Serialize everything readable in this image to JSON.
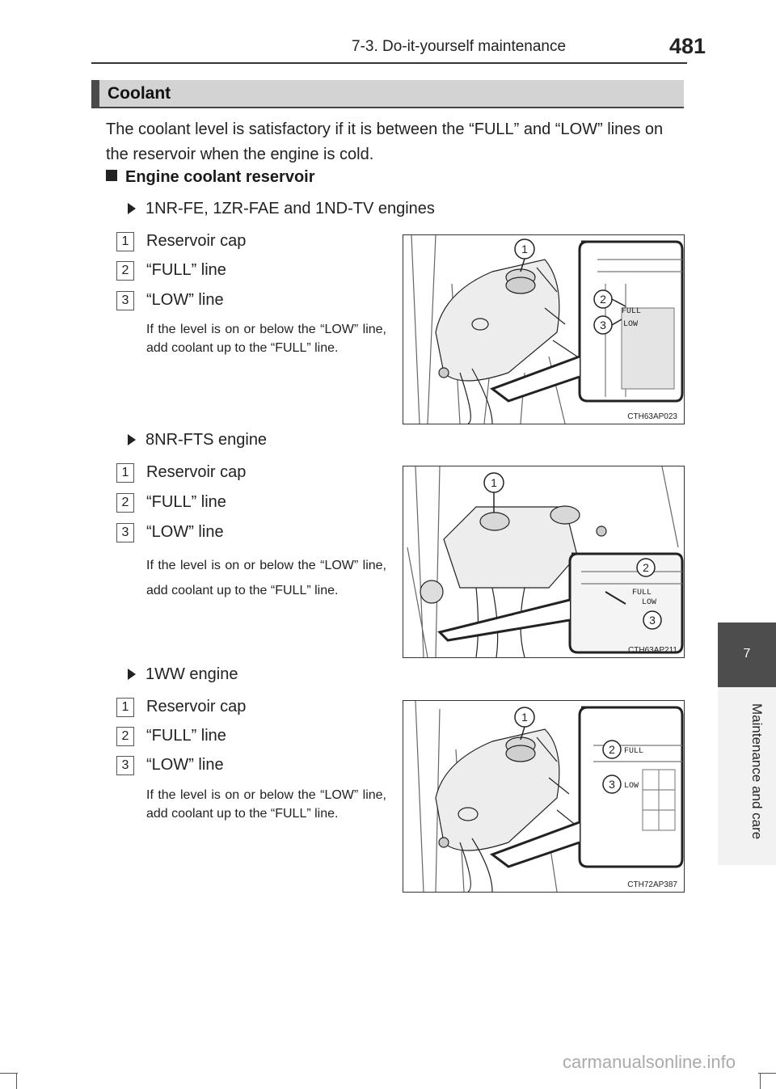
{
  "header": {
    "title": "7-3. Do-it-yourself maintenance",
    "page": "481"
  },
  "section": {
    "title": "Coolant"
  },
  "intro": "The coolant level is satisfactory if it is between the “FULL” and “LOW” lines on the reservoir when the engine is cold.",
  "subheading": "Engine coolant reservoir",
  "engines": [
    {
      "name": "1NR-FE, 1ZR-FAE and 1ND-TV engines",
      "items": [
        {
          "n": "1",
          "label": "Reservoir cap"
        },
        {
          "n": "2",
          "label": "“FULL” line"
        },
        {
          "n": "3",
          "label": "“LOW” line"
        }
      ],
      "note": "If the level is on or below the “LOW” line, add coolant up to the “FULL” line.",
      "figure_code": "CTH63AP023"
    },
    {
      "name": "8NR-FTS engine",
      "items": [
        {
          "n": "1",
          "label": "Reservoir cap"
        },
        {
          "n": "2",
          "label": "“FULL” line"
        },
        {
          "n": "3",
          "label": "“LOW” line"
        }
      ],
      "note": "If the level is on or below the “LOW” line, add coolant up to the “FULL” line.",
      "figure_code": "CTH63AP211"
    },
    {
      "name": "1WW engine",
      "items": [
        {
          "n": "1",
          "label": "Reservoir cap"
        },
        {
          "n": "2",
          "label": "“FULL” line"
        },
        {
          "n": "3",
          "label": "“LOW” line"
        }
      ],
      "note": "If the level is on or below the “LOW” line, add coolant up to the “FULL” line.",
      "figure_code": "CTH72AP387"
    }
  ],
  "figure_labels": {
    "full": "FULL",
    "low": "LOW",
    "c1": "1",
    "c2": "2",
    "c3": "3"
  },
  "side_tab": {
    "chapter": "7",
    "label": "Maintenance and care"
  },
  "footer": "carmanualsonline.info"
}
